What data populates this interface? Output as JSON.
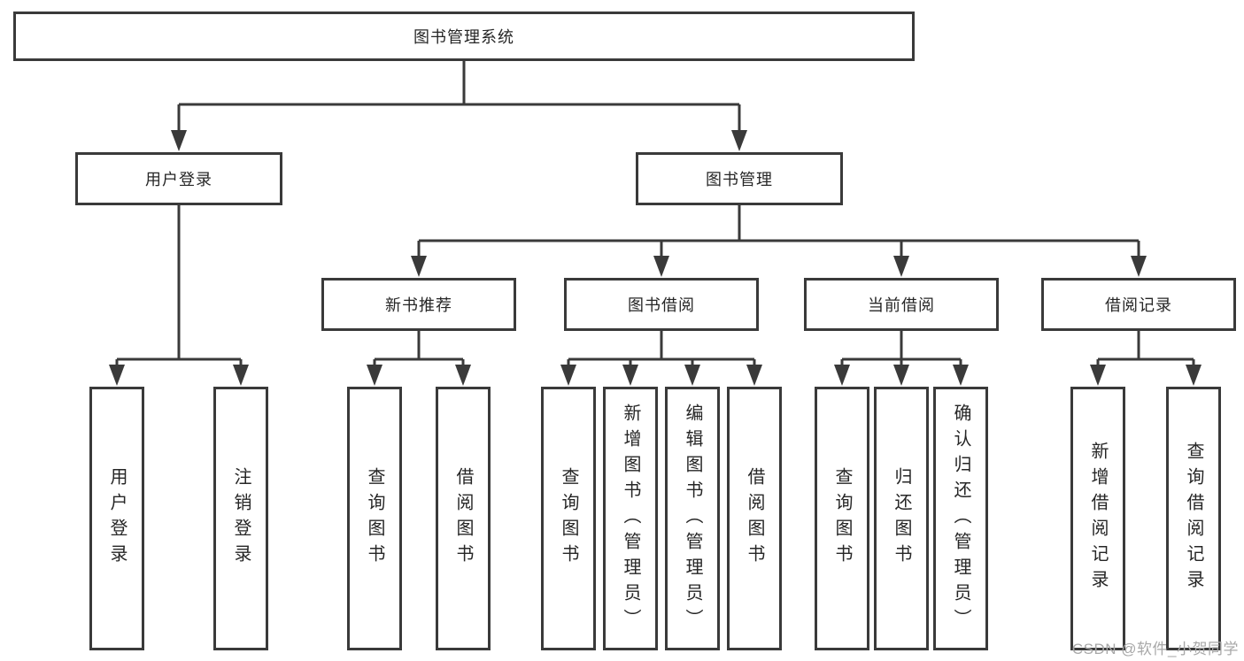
{
  "diagram": {
    "root": {
      "label": "图书管理系统"
    },
    "level2": [
      {
        "label": "用户登录"
      },
      {
        "label": "图书管理"
      }
    ],
    "level3": [
      {
        "label": "新书推荐"
      },
      {
        "label": "图书借阅"
      },
      {
        "label": "当前借阅"
      },
      {
        "label": "借阅记录"
      }
    ],
    "leaves": {
      "user_login": [
        {
          "label": "用户登录"
        },
        {
          "label": "注销登录"
        }
      ],
      "new_book_recommend": [
        {
          "label": "查询图书"
        },
        {
          "label": "借阅图书"
        }
      ],
      "book_borrow": [
        {
          "label": "查询图书"
        },
        {
          "label": "新增图书（管理员）"
        },
        {
          "label": "编辑图书（管理员）"
        },
        {
          "label": "借阅图书"
        }
      ],
      "current_borrow": [
        {
          "label": "查询图书"
        },
        {
          "label": "归还图书"
        },
        {
          "label": "确认归还（管理员）"
        }
      ],
      "borrow_record": [
        {
          "label": "新增借阅记录"
        },
        {
          "label": "查询借阅记录"
        }
      ]
    },
    "colors": {
      "line": "#3a3a3a",
      "box_border": "#3a3a3a",
      "text": "#262626",
      "background": "#ffffff",
      "watermark": "#a8a8a8"
    }
  },
  "watermark": {
    "text": "CSDN @软件_小贺同学"
  }
}
